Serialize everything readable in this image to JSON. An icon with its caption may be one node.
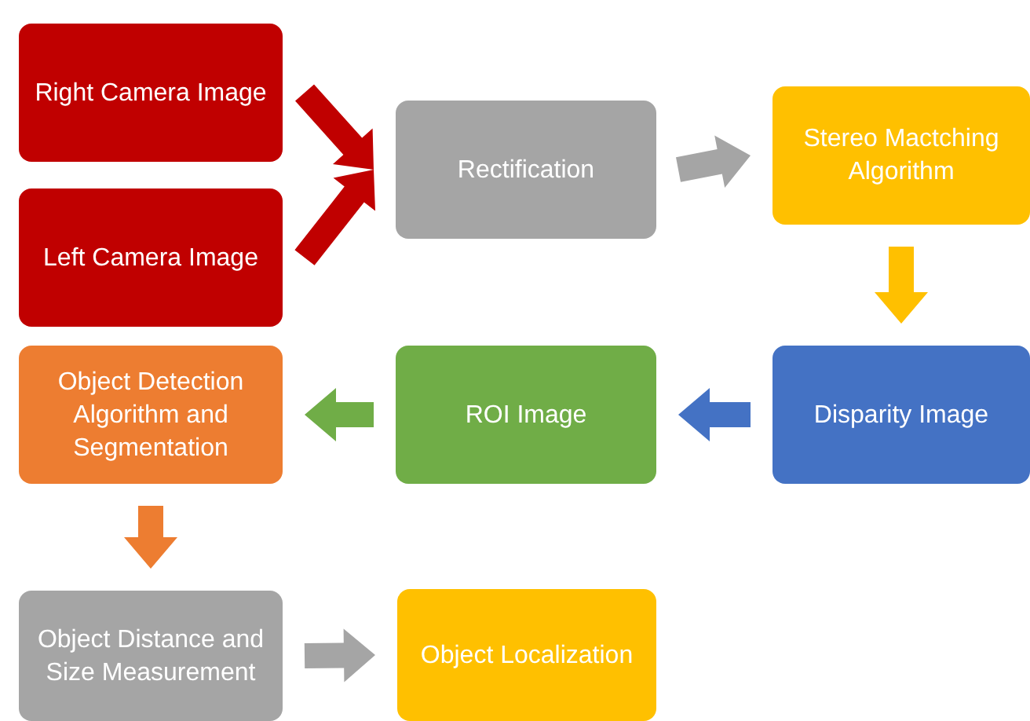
{
  "diagram": {
    "nodes": [
      {
        "text": [
          "Right Camera Image"
        ]
      },
      {
        "text": [
          "Left Camera Image"
        ]
      },
      {
        "text": [
          "Rectification"
        ]
      },
      {
        "text": [
          "Stereo Mactching Algorithm"
        ]
      },
      {
        "text": [
          "Disparity Image"
        ]
      },
      {
        "text": [
          "ROI Image"
        ]
      },
      {
        "text": [
          "Object Detection Algorithm and Segmentation"
        ]
      },
      {
        "text": [
          "Object Distance and Size Measurement"
        ]
      },
      {
        "text": [
          "Object Localization"
        ]
      }
    ],
    "edges": [
      {
        "from": 0,
        "to": 2,
        "arrow": "to",
        "color": "#c00000"
      },
      {
        "from": 1,
        "to": 2,
        "arrow": "to",
        "color": "#c00000"
      },
      {
        "from": 2,
        "to": 3,
        "arrow": "to",
        "color": "#a5a5a5"
      },
      {
        "from": 3,
        "to": 4,
        "arrow": "to",
        "color": "#ffc000"
      },
      {
        "from": 4,
        "to": 5,
        "arrow": "to",
        "color": "#4472c4"
      },
      {
        "from": 5,
        "to": 6,
        "arrow": "to",
        "color": "#70ad47"
      },
      {
        "from": 6,
        "to": 7,
        "arrow": "to",
        "color": "#ed7d31"
      },
      {
        "from": 7,
        "to": 8,
        "arrow": "to",
        "color": "#a5a5a5"
      }
    ]
  }
}
